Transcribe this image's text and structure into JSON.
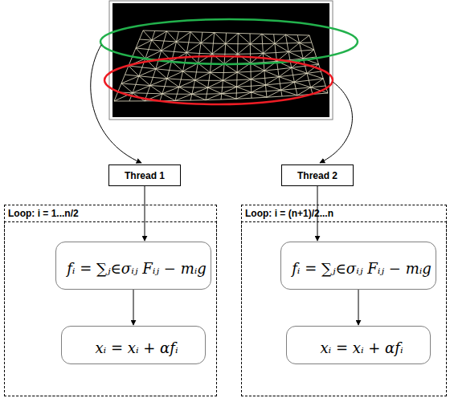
{
  "diagram": {
    "nodes": [
      {
        "text": [
          "Thread 1"
        ]
      },
      {
        "text": [
          "Thread 2"
        ]
      },
      {
        "text": [
          "Loop: i = 1...n/2"
        ]
      },
      {
        "text": [
          "fᵢ = ∑ⱼ∈σᵢⱼ Fᵢⱼ − mᵢg"
        ],
        "in": 2
      },
      {
        "text": [
          "xᵢ = xᵢ + αfᵢ"
        ],
        "in": 2
      },
      {
        "text": [
          "Loop: i = (n+1)/2...n"
        ]
      },
      {
        "text": [
          "fᵢ = ∑ⱼ∈σᵢⱼ Fᵢⱼ − mᵢg"
        ],
        "in": 5
      },
      {
        "text": [
          "xᵢ = xᵢ + αfᵢ"
        ],
        "in": 5
      }
    ],
    "edges": [
      {
        "from": 0,
        "to": 3,
        "arrow": "to"
      },
      {
        "from": 3,
        "to": 4,
        "arrow": "to"
      },
      {
        "from": 1,
        "to": 6,
        "arrow": "to"
      },
      {
        "from": 6,
        "to": 7,
        "arrow": "to"
      }
    ]
  }
}
